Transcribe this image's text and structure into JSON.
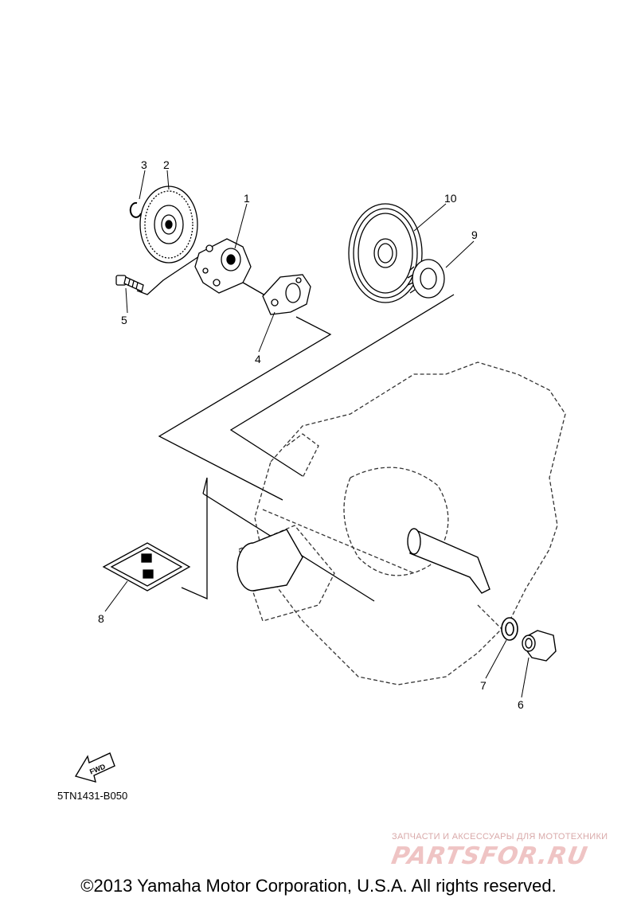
{
  "callouts": {
    "c1": "1",
    "c2": "2",
    "c3": "3",
    "c4": "4",
    "c5": "5",
    "c6": "6",
    "c7": "7",
    "c8": "8",
    "c9": "9",
    "c10": "10"
  },
  "fwd_label": "FWD",
  "drawing_code": "5TN1431-B050",
  "watermark": {
    "caption": "ЗАПЧАСТИ И АКСЕССУАРЫ ДЛЯ МОТОТЕХНИКИ",
    "logo": "PARTSFOR.RU"
  },
  "copyright": "©2013 Yamaha Motor Corporation, U.S.A. All rights reserved."
}
